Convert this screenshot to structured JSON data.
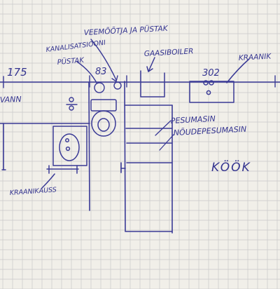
{
  "colors": {
    "paper": "#f1efe9",
    "grid": "#c9c9c9",
    "ink": "#3a3a96"
  },
  "labels": {
    "water_meter": "VEEMÕÕTJA JA PÜSTAK",
    "sewer_riser_line1": "KANALISATSIOONI",
    "sewer_riser_line2": "PÜSTAK",
    "dim_175": "175",
    "dim_83": "83",
    "gas_boiler": "GAASIBOILER",
    "dim_302": "302",
    "faucet_right": "KRAANIK",
    "bath": "VANN",
    "washing_machine": "PESUMASIN",
    "dishwasher": "NÕUDEPESUMASIN",
    "kitchen": "KÖÖK",
    "sink_left": "KRAANIKAUSS"
  }
}
